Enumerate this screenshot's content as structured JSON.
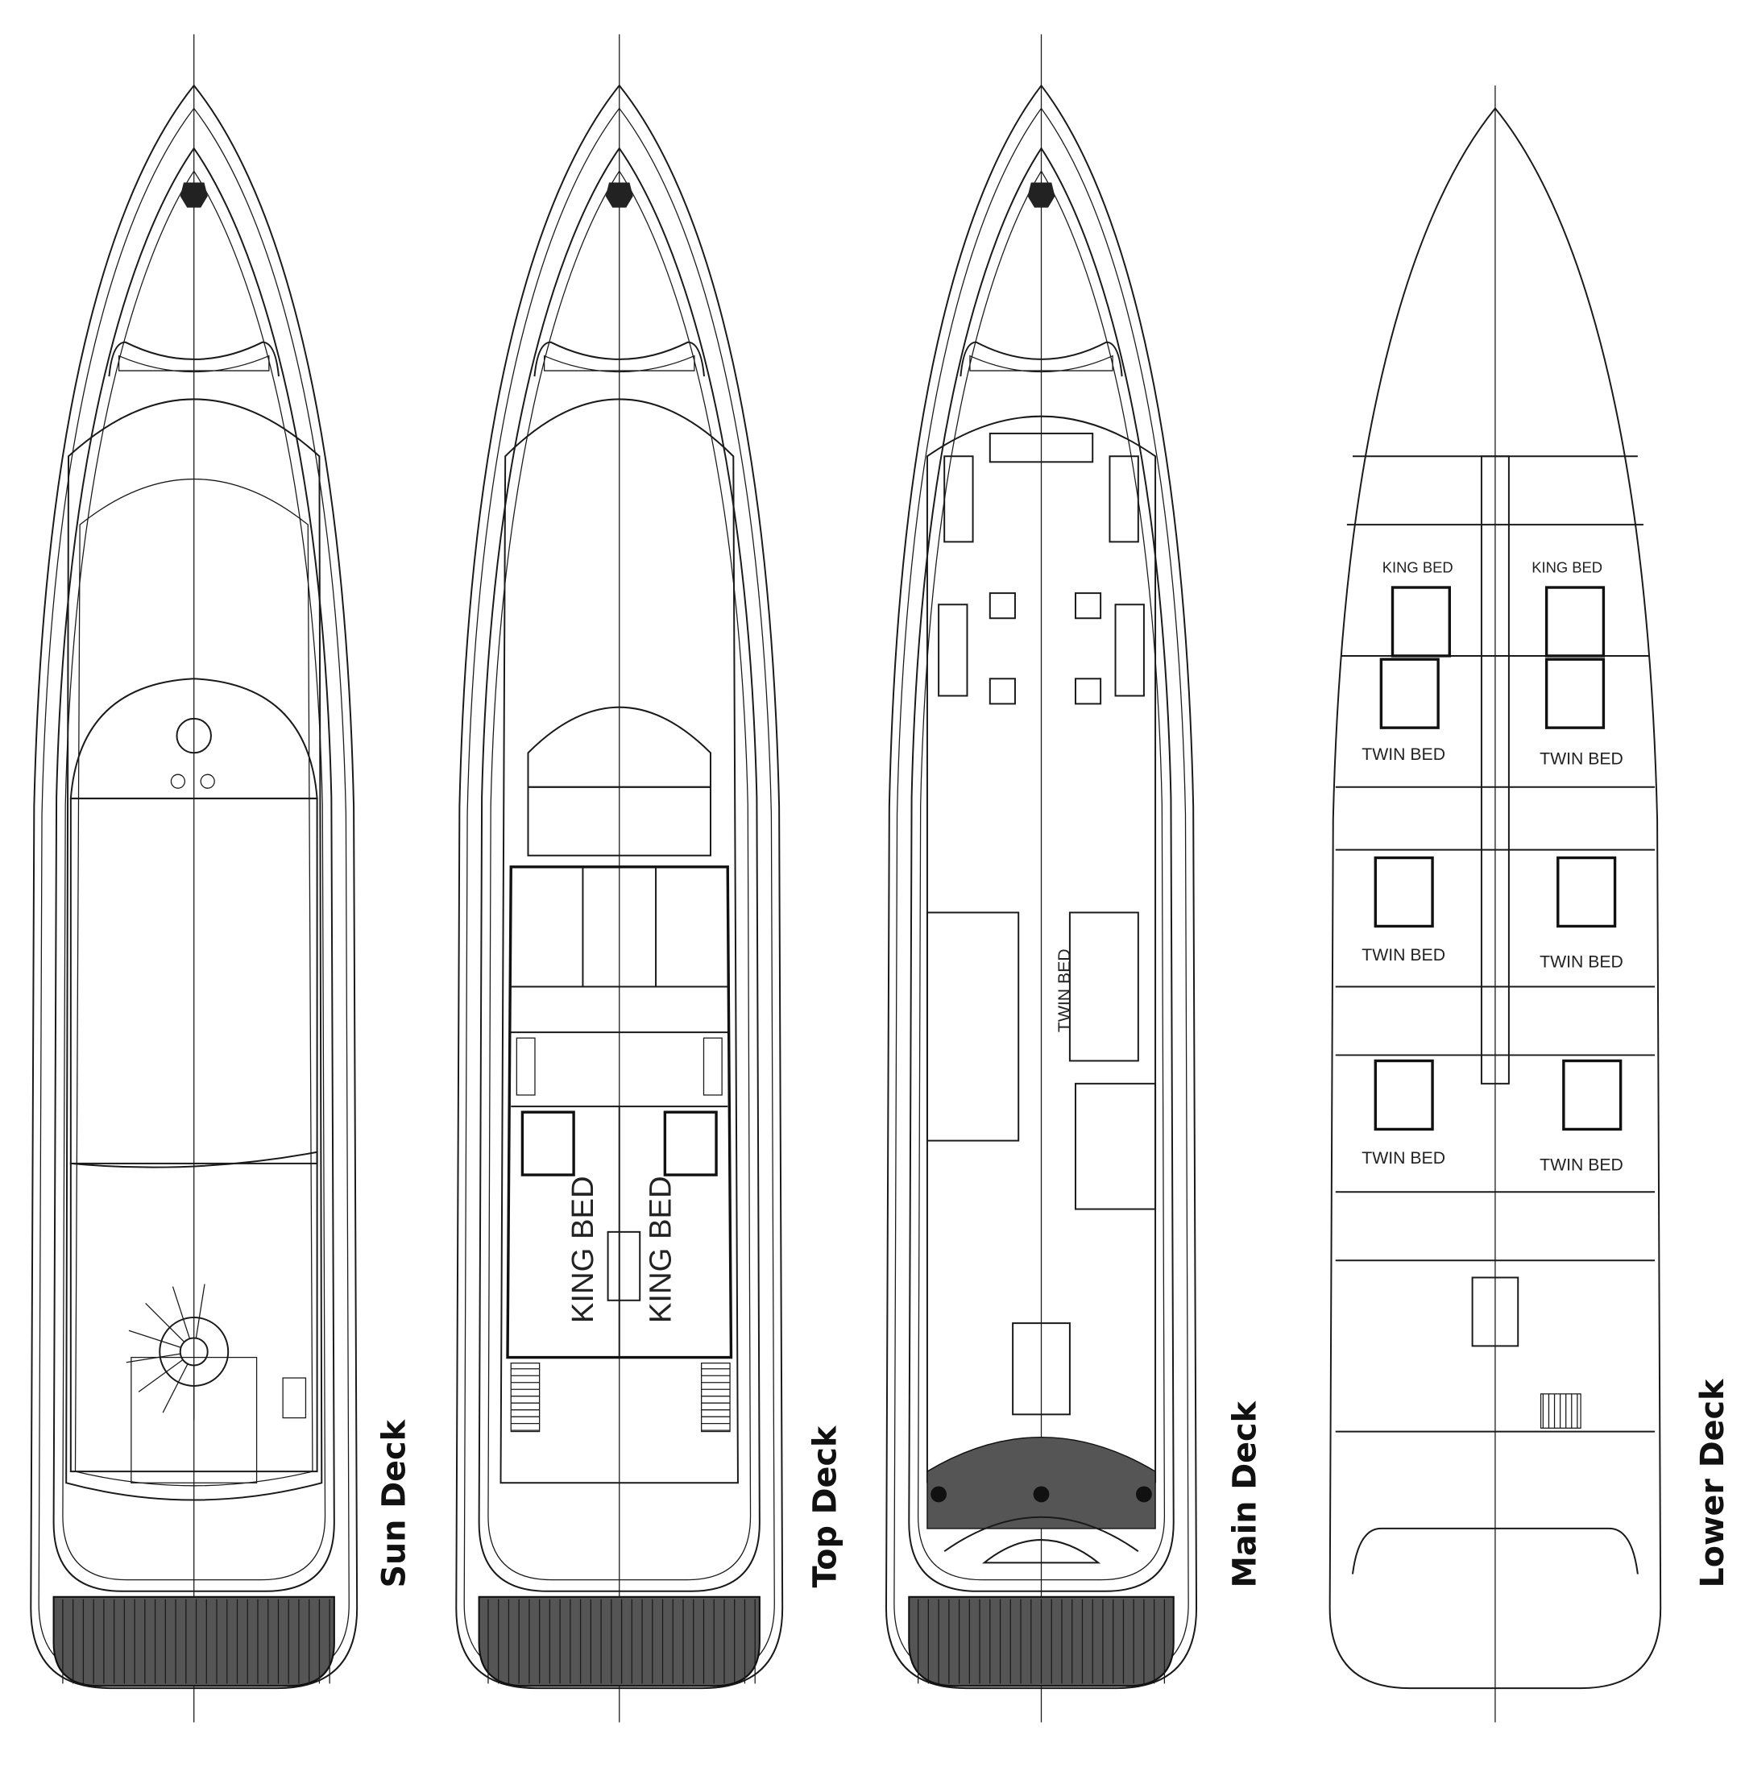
{
  "decks": [
    {
      "name": "Sun Deck",
      "rooms": []
    },
    {
      "name": "Top Deck",
      "rooms": [
        "KING BED",
        "KING BED"
      ]
    },
    {
      "name": "Main Deck",
      "rooms": [
        "TWIN BED"
      ]
    },
    {
      "name": "Lower Deck",
      "rooms": [
        "KING BED",
        "KING BED",
        "TWIN BED",
        "TWIN BED",
        "TWIN BED",
        "TWIN BED",
        "TWIN BED",
        "TWIN BED"
      ]
    }
  ],
  "colors": {
    "line": "#1a1a1a",
    "teak": "#555555",
    "background": "#ffffff"
  }
}
